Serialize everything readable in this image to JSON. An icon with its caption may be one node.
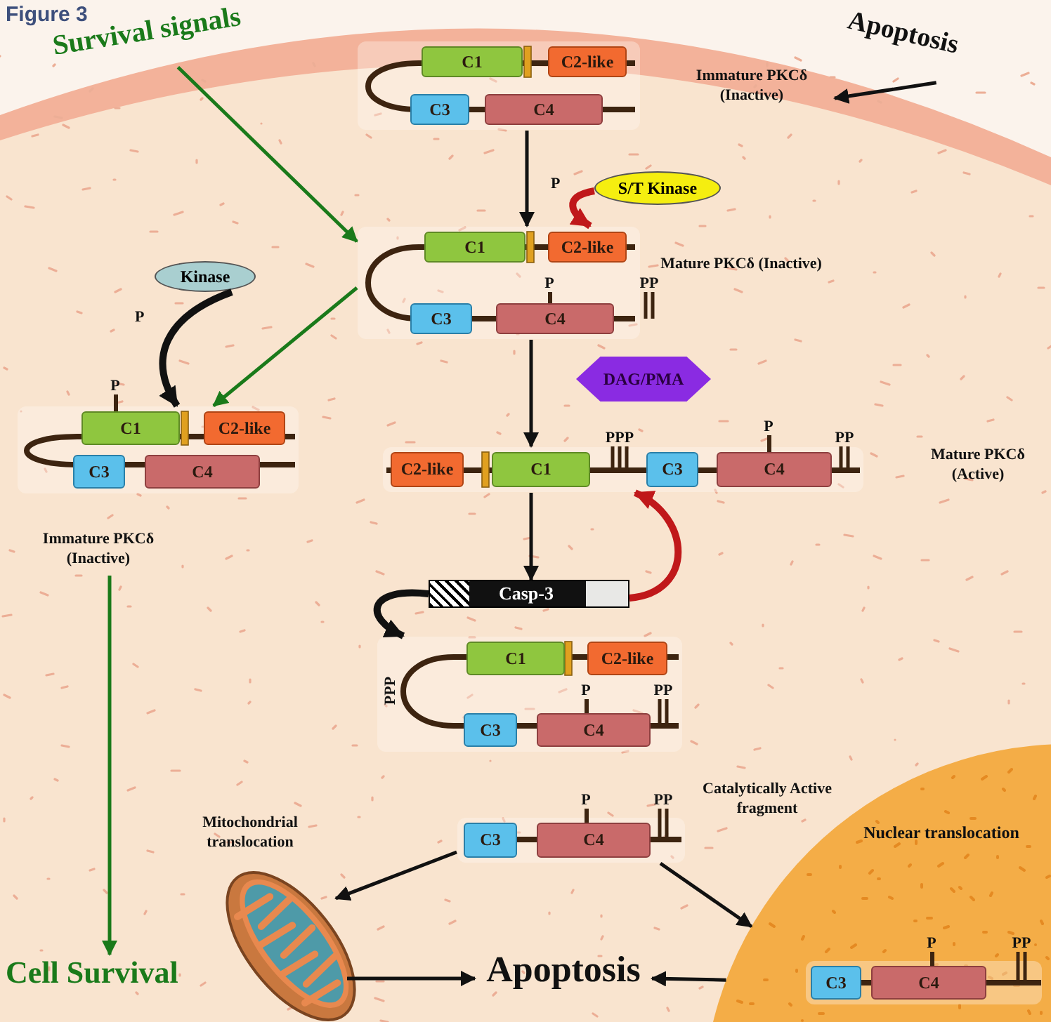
{
  "diagram": {
    "title": "Figure 3",
    "nodes": [
      {
        "text": [
          "Survival signals"
        ]
      },
      {
        "text": [
          "Apoptosis"
        ]
      },
      {
        "text": [],
        "shape": "picture"
      },
      {
        "text": [
          "C1"
        ],
        "in": 2
      },
      {
        "text": [
          "C2-like"
        ],
        "in": 2
      },
      {
        "text": [
          "C3"
        ],
        "in": 2
      },
      {
        "text": [
          "C4"
        ],
        "in": 2
      },
      {
        "text": [
          "Immature PKCδ (Inactive)"
        ]
      },
      {
        "text": [
          "S/T Kinase"
        ]
      },
      {
        "text": [],
        "shape": "picture",
        "beside": [
          "Mature PKCδ (Inactive)"
        ]
      },
      {
        "text": [
          "C1"
        ],
        "in": 9
      },
      {
        "text": [
          "C2-like"
        ],
        "in": 9
      },
      {
        "text": [
          "C3"
        ],
        "in": 9
      },
      {
        "text": [
          "C4"
        ],
        "in": 9,
        "beside": [
          "P"
        ]
      },
      {
        "text": [
          "Kinase"
        ]
      },
      {
        "text": [],
        "shape": "picture"
      },
      {
        "text": [
          "C1"
        ],
        "in": 15,
        "beside": [
          "P"
        ]
      },
      {
        "text": [
          "C2-like"
        ],
        "in": 15
      },
      {
        "text": [
          "C3"
        ],
        "in": 15
      },
      {
        "text": [
          "C4"
        ],
        "in": 15
      },
      {
        "text": [
          "Immature PKCδ (Inactive)"
        ]
      },
      {
        "text": [
          "DAG/PMA"
        ]
      },
      {
        "text": [],
        "shape": "picture"
      },
      {
        "text": [
          "C2-like"
        ],
        "in": 22
      },
      {
        "text": [
          "C1"
        ],
        "in": 22
      },
      {
        "text": [
          "C3"
        ],
        "in": 22
      },
      {
        "text": [
          "C4"
        ],
        "in": 22,
        "beside": [
          "P"
        ]
      },
      {
        "text": [
          "Casp-3"
        ]
      },
      {
        "text": [],
        "shape": "picture"
      },
      {
        "text": [
          "C1"
        ],
        "in": 28
      },
      {
        "text": [
          "C2-like"
        ],
        "in": 28
      },
      {
        "text": [
          "C3"
        ],
        "in": 28
      },
      {
        "text": [
          "C4"
        ],
        "in": 28,
        "beside": [
          "P"
        ]
      },
      {
        "text": [],
        "shape": "picture",
        "beside": [
          "Catalytically Active fragment"
        ]
      },
      {
        "text": [
          "C3"
        ],
        "in": 33
      },
      {
        "text": [
          "C4"
        ],
        "in": 33,
        "beside": [
          "P"
        ]
      },
      {
        "text": [],
        "shape": "picture",
        "beside": [
          "Mitochondrial translocation"
        ]
      },
      {
        "text": [
          "Nuclear translocation"
        ]
      },
      {
        "text": [],
        "shape": "picture",
        "in": 37
      },
      {
        "text": [
          "C3"
        ],
        "in": 38
      },
      {
        "text": [
          "C4"
        ],
        "in": 38,
        "beside": [
          "P"
        ]
      },
      {
        "text": [
          "Apoptosis"
        ]
      },
      {
        "text": [
          "Cell Survival"
        ]
      }
    ],
    "edges": [
      {
        "from": 0,
        "to": 9,
        "arrow": "to",
        "color": "#1a7a1a"
      },
      {
        "from": 1,
        "to": 7,
        "arrow": "to"
      },
      {
        "from": 2,
        "to": 9,
        "arrow": "to"
      },
      {
        "from": 8,
        "to": 9,
        "arrow": "to",
        "label": "P",
        "style": "thick",
        "color": "#c0181a"
      },
      {
        "from": 9,
        "to": 15,
        "arrow": "to",
        "color": "#1a7a1a"
      },
      {
        "from": 14,
        "to": 15,
        "arrow": "to",
        "label": "P",
        "style": "thick"
      },
      {
        "from": 9,
        "to": 22,
        "arrow": "to"
      },
      {
        "from": 22,
        "to": 27,
        "arrow": "to"
      },
      {
        "from": 27,
        "to": 28,
        "arrow": "to",
        "style": "thick"
      },
      {
        "from": 27,
        "to": 22,
        "arrow": "to",
        "style": "thick",
        "color": "#c0181a"
      },
      {
        "from": 20,
        "to": 42,
        "arrow": "to",
        "color": "#1a7a1a"
      },
      {
        "from": 33,
        "to": 36,
        "arrow": "to"
      },
      {
        "from": 33,
        "to": 37,
        "arrow": "to"
      },
      {
        "from": 36,
        "to": 41,
        "arrow": "to"
      },
      {
        "from": 37,
        "to": 41,
        "arrow": "to"
      }
    ],
    "labels": [
      "PP",
      "PPP",
      "PP",
      "Mature PKCδ (Active)",
      "PPP",
      "PP",
      "PP",
      "PP"
    ]
  }
}
